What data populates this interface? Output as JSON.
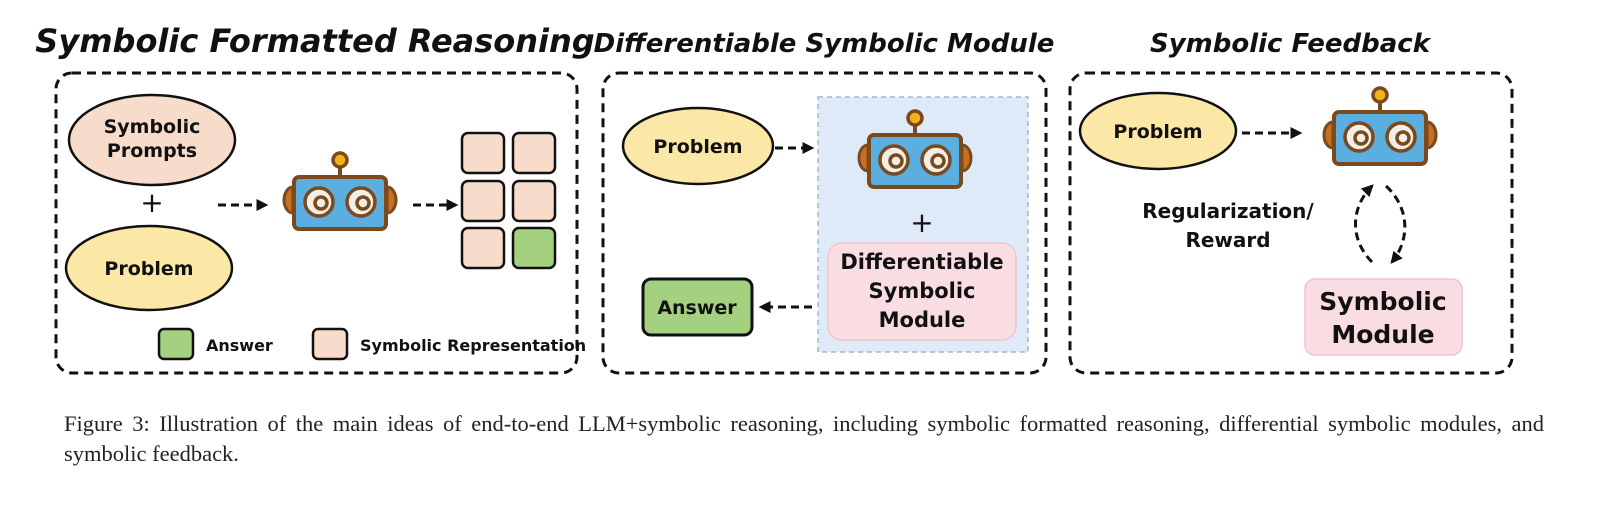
{
  "panels": {
    "formatted": {
      "title": "Symbolic Formatted Reasoning",
      "prompts_line1": "Symbolic",
      "prompts_line2": "Prompts",
      "plus": "+",
      "problem": "Problem",
      "legend_answer": "Answer",
      "legend_symbolic": "Symbolic Representation"
    },
    "differentiable": {
      "title": "Differentiable Symbolic Module",
      "problem": "Problem",
      "plus": "+",
      "module_line1": "Differentiable",
      "module_line2": "Symbolic",
      "module_line3": "Module",
      "answer": "Answer"
    },
    "feedback": {
      "title": "Symbolic Feedback",
      "problem": "Problem",
      "label_line1": "Regularization/",
      "label_line2": "Reward",
      "module_line1": "Symbolic",
      "module_line2": "Module"
    }
  },
  "caption": "Figure 3: Illustration of the main ideas of end-to-end LLM+symbolic reasoning, including symbolic formatted reasoning, differential symbolic modules, and symbolic feedback.",
  "colors": {
    "prompt_fill": "#f8dccb",
    "problem_fill": "#fbe8a6",
    "answer_fill": "#a4d17f",
    "module_fill": "#fadde3",
    "shaded_region": "#dfeaf8",
    "robot_face": "#5aaee0",
    "robot_frame": "#7a4a1d",
    "robot_ear": "#c86f24",
    "robot_antenna": "#f2b21b"
  }
}
